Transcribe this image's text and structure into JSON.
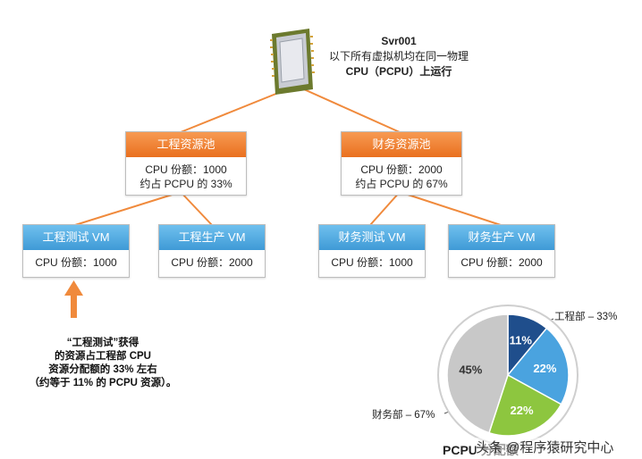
{
  "server": {
    "name": "Svr001",
    "line1": "以下所有虚拟机均在同一物理",
    "line2": "CPU（PCPU）上运行"
  },
  "pools": [
    {
      "title": "工程资源池",
      "line1": "CPU 份额：1000",
      "line2": "约占 PCPU 的 33%"
    },
    {
      "title": "财务资源池",
      "line1": "CPU 份额：2000",
      "line2": "约占 PCPU 的 67%"
    }
  ],
  "vms": [
    {
      "title": "工程测试 VM",
      "shares": "CPU 份额：1000"
    },
    {
      "title": "工程生产 VM",
      "shares": "CPU 份额：2000"
    },
    {
      "title": "财务测试 VM",
      "shares": "CPU 份额：1000"
    },
    {
      "title": "财务生产 VM",
      "shares": "CPU 份额：2000"
    }
  ],
  "note": {
    "line1": "“工程测试”获得",
    "line2": "的资源占工程部 CPU",
    "line3": "资源分配额的 33% 左右",
    "line4": "（约等于 11% 的  PCPU 资源）。"
  },
  "pie": {
    "label_engineering": "工程部 – 33%",
    "label_finance": "财务部 – 67%",
    "caption": "PCPU 分配额"
  },
  "chart_data": {
    "type": "pie",
    "slices": [
      {
        "label": "11%",
        "value": 11,
        "color": "#1f4e8c"
      },
      {
        "label": "22%",
        "value": 22,
        "color": "#4aa3df"
      },
      {
        "label": "22%",
        "value": 22,
        "color": "#8dc63f"
      },
      {
        "label": "45%",
        "value": 45,
        "color": "#c8c8c8"
      }
    ]
  },
  "watermark": "头条 @程序猿研究中心",
  "colors": {
    "pool_header": "#ee7b2c",
    "vm_header": "#4aa3df",
    "connector": "#f08a3c",
    "arrow": "#f08a3c"
  }
}
